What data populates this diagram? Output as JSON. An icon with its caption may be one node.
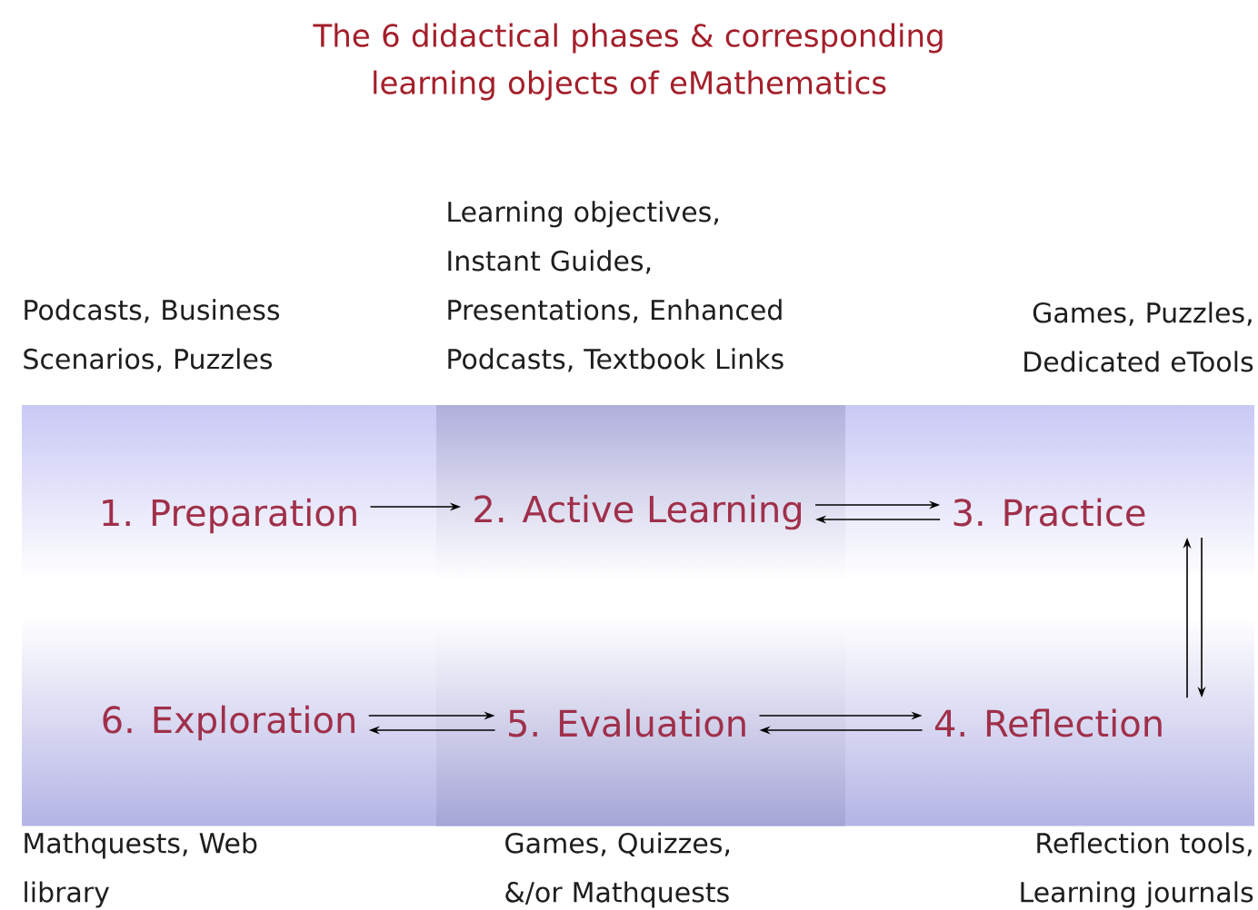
{
  "diagram": {
    "title": "The 6 didactical phases & corresponding learning objects of eMathematics",
    "nodes": [
      {
        "text": [
          "1. Preparation"
        ]
      },
      {
        "text": [
          "2. Active Learning"
        ]
      },
      {
        "text": [
          "3. Practice"
        ]
      },
      {
        "text": [
          "6. Exploration"
        ],
        "beside": [
          "Mathquests, Web library"
        ]
      },
      {
        "text": [
          "5. Evaluation"
        ],
        "beside": [
          "Games, Quizzes, &/or Mathquests"
        ]
      },
      {
        "text": [
          "4. Reflection"
        ],
        "beside": [
          "Reflection tools, Learning journals"
        ]
      }
    ],
    "edges": [
      {
        "from": 0,
        "to": 1,
        "arrow": "to"
      },
      {
        "from": 1,
        "to": 2,
        "arrow": "to"
      },
      {
        "from": 2,
        "to": 1,
        "arrow": "to"
      },
      {
        "from": 5,
        "to": 2,
        "arrow": "to"
      },
      {
        "from": 2,
        "to": 5,
        "arrow": "to"
      },
      {
        "from": 4,
        "to": 3,
        "arrow": "to"
      },
      {
        "from": 3,
        "to": 4,
        "arrow": "to"
      },
      {
        "from": 4,
        "to": 5,
        "arrow": "to"
      },
      {
        "from": 5,
        "to": 4,
        "arrow": "to"
      }
    ],
    "labels": [
      "Podcasts, Business Scenarios, Puzzles",
      "Learning objectives, Instant Guides, Presentations, Enhanced Podcasts, Textbook Links",
      "Games, Puzzles, Dedicated eTools"
    ]
  }
}
